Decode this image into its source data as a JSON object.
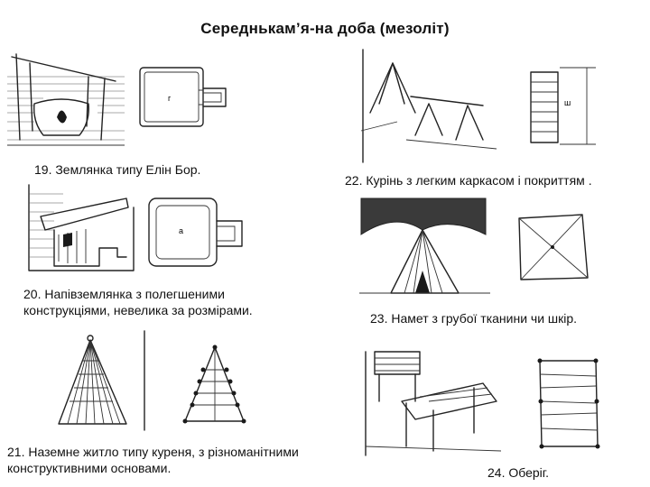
{
  "title": "Середнькам’я-на доба (мезоліт)",
  "captions": {
    "c19": "19.  Землянка типу Елін Бор.",
    "c20_line1": "20. Напівземлянка з полегшеними",
    "c20_line2": "конструкціями, невелика за розмірами.",
    "c21_line1": "21. Наземне житло типу куреня, з різноманітними",
    "c21_line2": "конструктивними основами.",
    "c22": "22.  Курінь з легким каркасом і покриттям .",
    "c23": "23. Намет з грубої  тканини чи шкір.",
    "c24": "24. Оберіг."
  },
  "plan_labels": {
    "p19": "г",
    "p20": "а",
    "p22": "ш"
  }
}
